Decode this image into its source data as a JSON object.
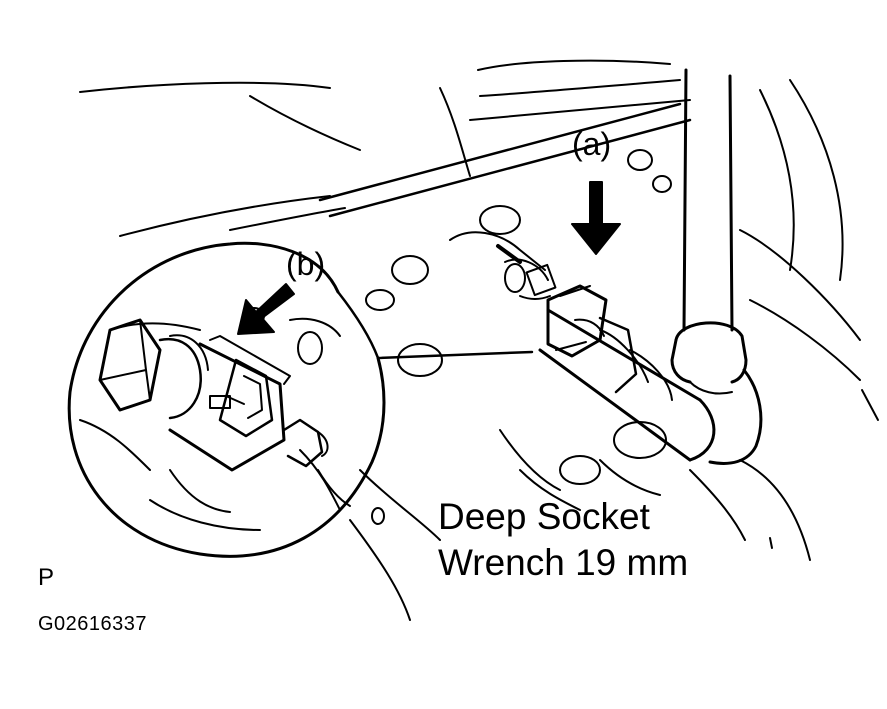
{
  "callouts": {
    "a": "(a)",
    "b": "(b)"
  },
  "tool_label": {
    "line1": "Deep Socket",
    "line2": "Wrench 19 mm"
  },
  "position_code": "P",
  "figure_id": "G02616337",
  "colors": {
    "ink": "#000000",
    "paper": "#ffffff"
  },
  "icons": {
    "arrow_a": "down-arrow-icon",
    "arrow_b": "down-left-arrow-icon"
  }
}
